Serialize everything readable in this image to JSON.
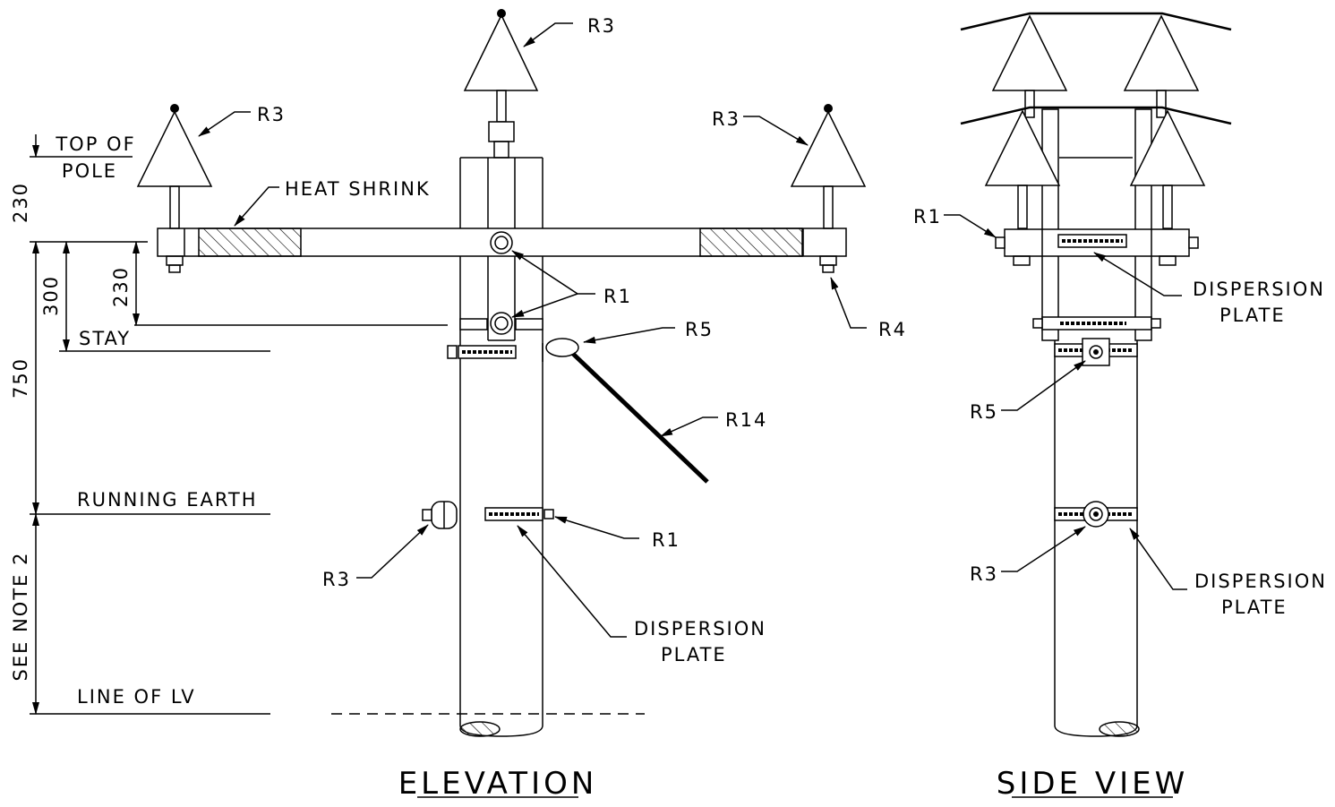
{
  "dimensions": {
    "top_of_pole_line1": "TOP OF",
    "top_of_pole_line2": "POLE",
    "dim_230_top": "230",
    "dim_300": "300",
    "dim_230_inner": "230",
    "dim_750": "750",
    "see_note": "SEE NOTE 2",
    "stay": "STAY",
    "running_earth": "RUNNING EARTH",
    "line_of_lv": "LINE OF LV"
  },
  "elevation": {
    "title": "ELEVATION",
    "heat_shrink": "HEAT SHRINK",
    "r3_top": "R3",
    "r3_left": "R3",
    "r3_right": "R3",
    "r1_crossarm": "R1",
    "r4": "R4",
    "r5": "R5",
    "r14": "R14",
    "r1_plate": "R1",
    "r3_earth": "R3",
    "dispersion_line1": "DISPERSION",
    "dispersion_line2": "PLATE"
  },
  "side_view": {
    "title": "SIDE VIEW",
    "r1": "R1",
    "dispersion_top_line1": "DISPERSION",
    "dispersion_top_line2": "PLATE",
    "r5": "R5",
    "r3": "R3",
    "dispersion_bottom_line1": "DISPERSION",
    "dispersion_bottom_line2": "PLATE"
  }
}
